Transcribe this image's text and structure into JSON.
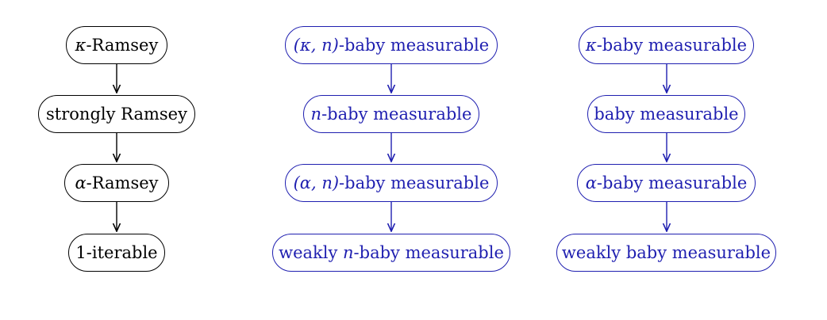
{
  "colors": {
    "left": "#000000",
    "blue": "#1f1fb0"
  },
  "columns": [
    {
      "color": "#000000",
      "nodes": [
        {
          "math": "κ",
          "text": "-Ramsey"
        },
        {
          "math": "",
          "text": "strongly Ramsey"
        },
        {
          "math": "α",
          "text": "-Ramsey"
        },
        {
          "math": "",
          "text": "1-iterable"
        }
      ]
    },
    {
      "color": "#1f1fb0",
      "nodes": [
        {
          "math": "(κ, n)",
          "text": "-baby measurable"
        },
        {
          "math": "n",
          "text": "-baby measurable"
        },
        {
          "math": "(α, n)",
          "text": "-baby measurable"
        },
        {
          "pre": "weakly ",
          "math": "n",
          "text": "-baby measurable"
        }
      ]
    },
    {
      "color": "#1f1fb0",
      "nodes": [
        {
          "math": "κ",
          "text": "-baby measurable"
        },
        {
          "math": "",
          "text": "baby measurable"
        },
        {
          "math": "α",
          "text": "-baby measurable"
        },
        {
          "math": "",
          "text": "weakly baby measurable"
        }
      ]
    }
  ]
}
